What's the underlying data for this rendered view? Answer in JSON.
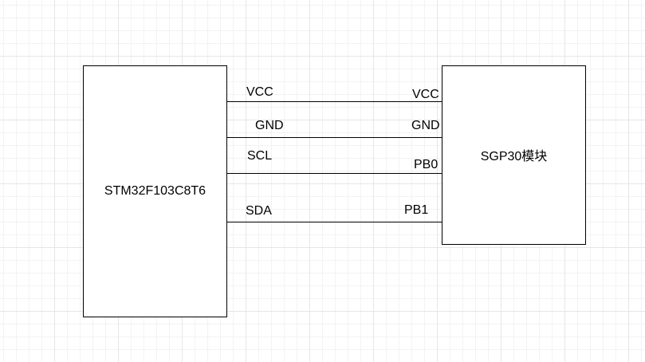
{
  "mcu": {
    "label": "STM32F103C8T6"
  },
  "module": {
    "label": "SGP30模块"
  },
  "connections": [
    {
      "mcu_pin": "VCC",
      "module_pin": "VCC"
    },
    {
      "mcu_pin": "GND",
      "module_pin": "GND"
    },
    {
      "mcu_pin": "SCL",
      "module_pin": "PB0"
    },
    {
      "mcu_pin": "SDA",
      "module_pin": "PB1"
    }
  ]
}
